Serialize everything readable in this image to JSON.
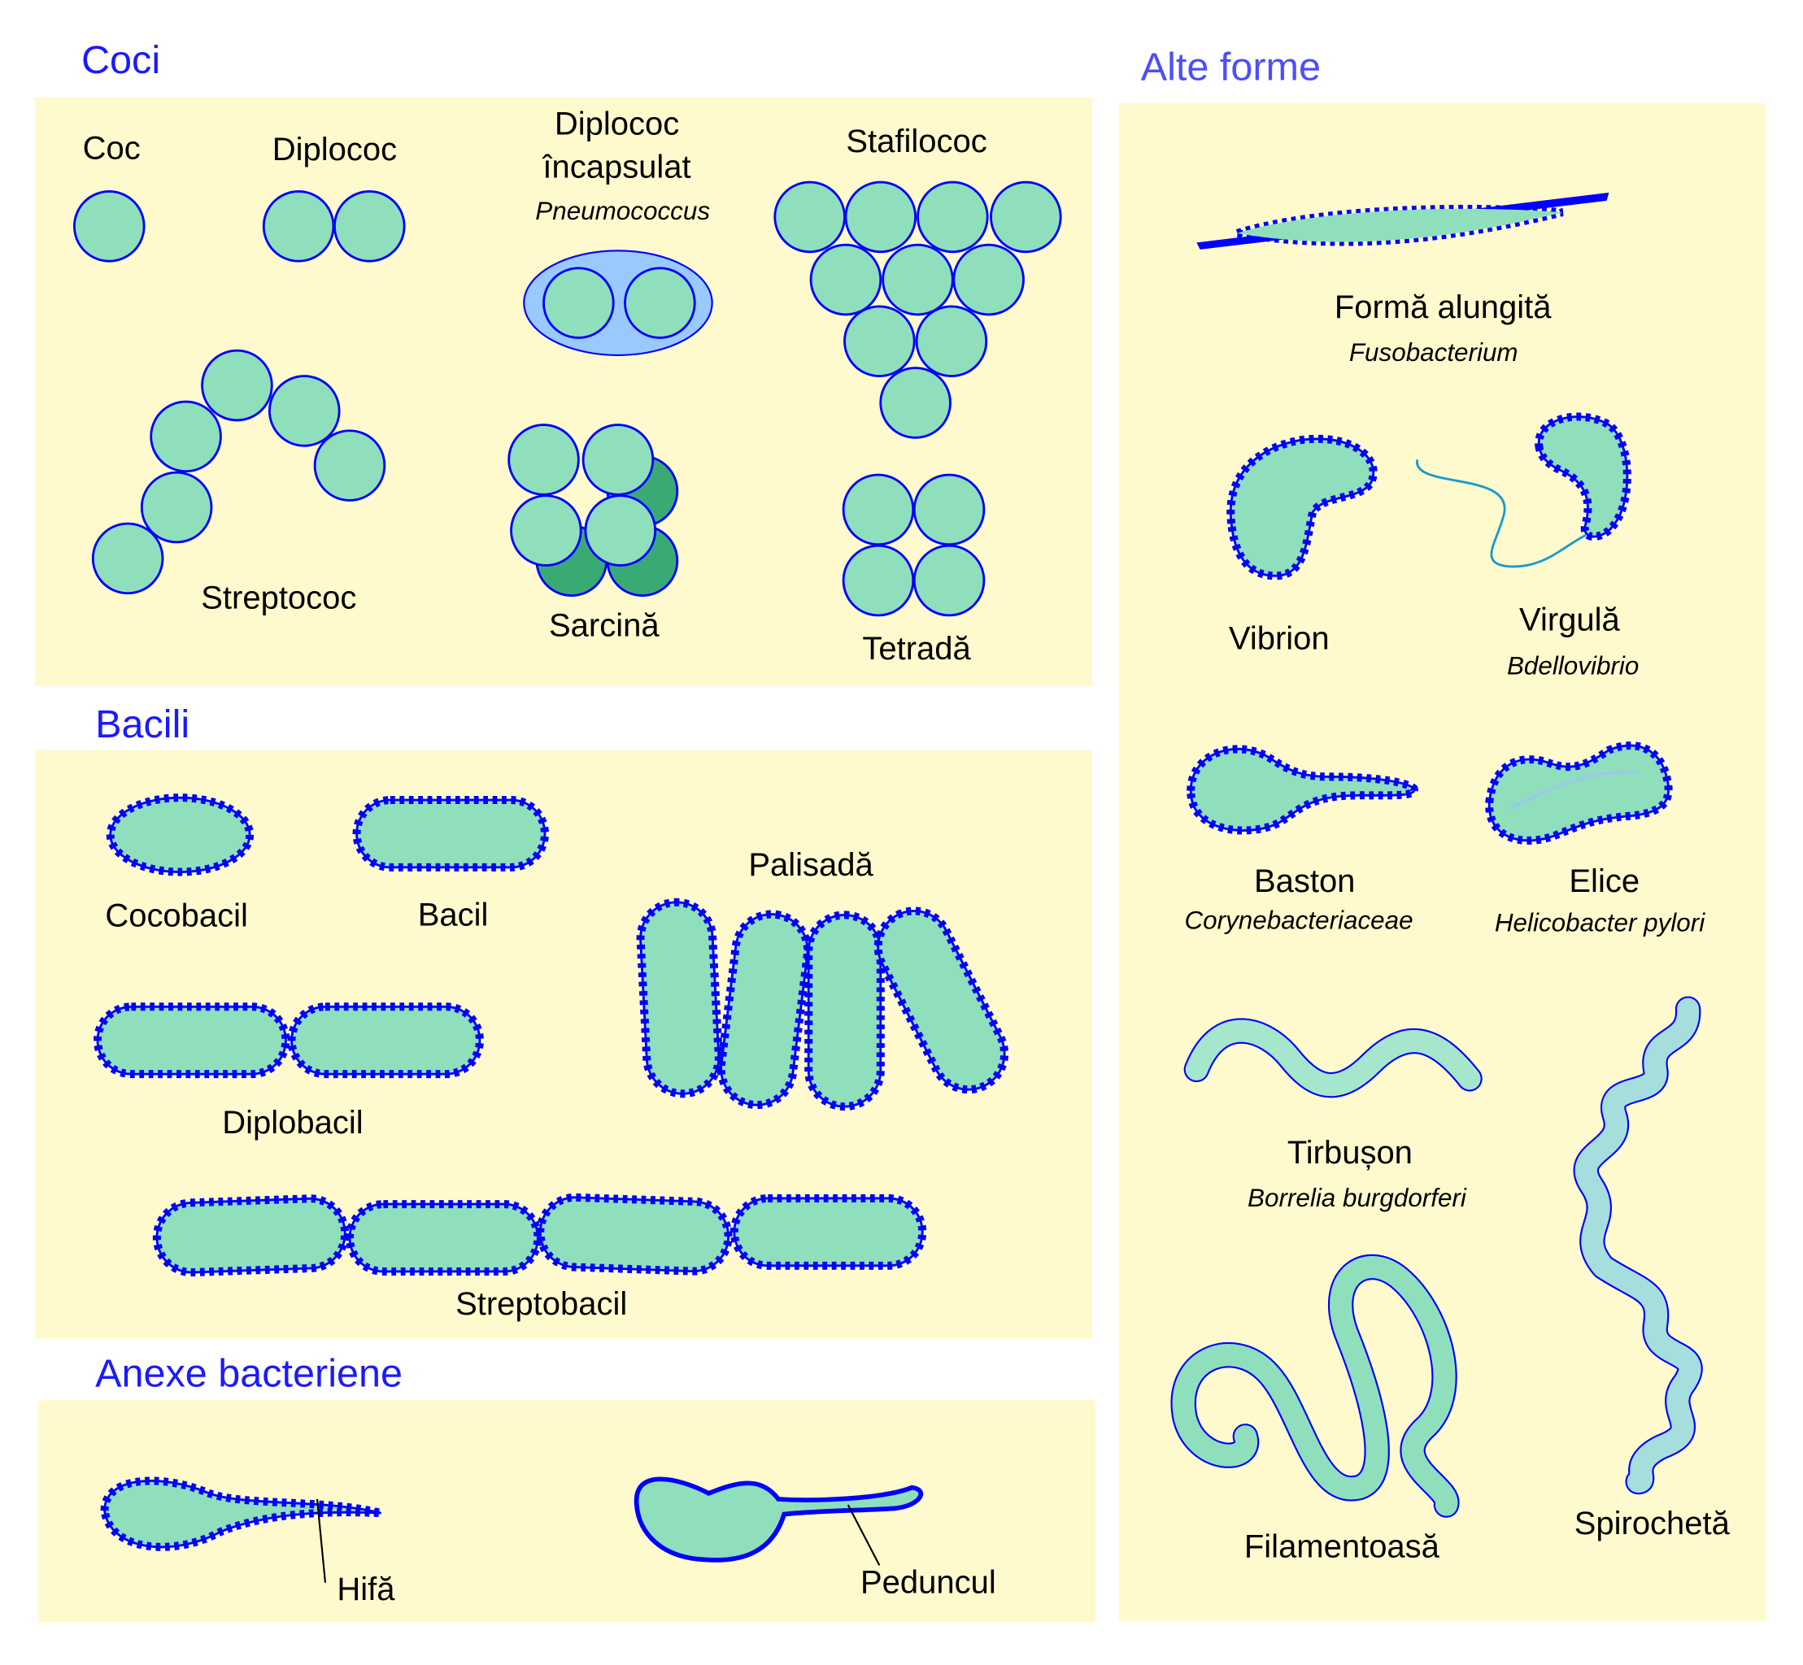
{
  "colors": {
    "panel": "#fffacd",
    "cell": "#8fdfbd",
    "membrane": "#0000ff",
    "capsule": "#99c9ff",
    "title": "#1a1aff"
  },
  "coci": {
    "title": "Coci",
    "coc": "Coc",
    "diplococ": "Diplococ",
    "diplococ_incapsulat": [
      "Diplococ",
      "încapsulat"
    ],
    "pneumococcus": "Pneumococcus",
    "stafilococ": "Stafilococ",
    "streptococ": "Streptococ",
    "sarcina": "Sarcină",
    "tetrada": "Tetradă"
  },
  "bacili": {
    "title": "Bacili",
    "cocobacil": "Cocobacil",
    "bacil": "Bacil",
    "palisada": "Palisadă",
    "diplobacil": "Diplobacil",
    "streptobacil": "Streptobacil"
  },
  "anexe": {
    "title": "Anexe bacteriene",
    "hifa": "Hifă",
    "peduncul": "Peduncul"
  },
  "alte": {
    "title": "Alte forme",
    "alungita": "Formă alungită",
    "fusobacterium": "Fusobacterium",
    "vibrion": "Vibrion",
    "virgula": "Virgulă",
    "bdellovibrio": "Bdellovibrio",
    "baston": "Baston",
    "corynebacteriaceae": "Corynebacteriaceae",
    "elice": "Elice",
    "helicobacter": "Helicobacter pylori",
    "tirbuson": "Tirbușon",
    "borrelia": "Borrelia burgdorferi",
    "filamentoasa": "Filamentoasă",
    "spiroceta": "Spirochetă"
  }
}
